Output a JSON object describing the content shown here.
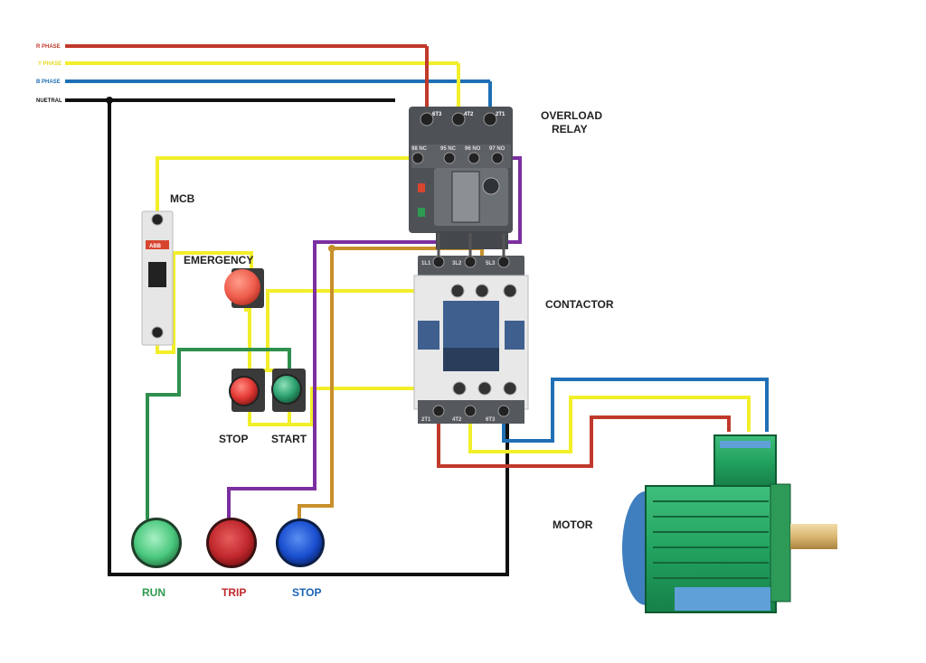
{
  "phases": {
    "r": {
      "label": "R PHASE",
      "color": "#c0392b"
    },
    "y": {
      "label": "Y PHASE",
      "color": "#f2ef2a"
    },
    "b": {
      "label": "B PHASE",
      "color": "#1f6fb5"
    },
    "n": {
      "label": "NUETRAL",
      "color": "#111111"
    }
  },
  "wire_colors": {
    "purple": "#7b2fa0",
    "brown": "#c8902a",
    "green": "#2f8f4e"
  },
  "components": {
    "overload_relay": {
      "label_line1": "OVERLOAD",
      "label_line2": "RELAY",
      "terminal_top": [
        "6T3",
        "4T2",
        "2T1"
      ],
      "terminal_mid": [
        "98 NC",
        "95 NC",
        "96 NO",
        "97 NO"
      ]
    },
    "mcb": {
      "label": "MCB",
      "brand": "ABB"
    },
    "emergency": {
      "label": "EMERGENCY"
    },
    "contactor": {
      "label": "CONTACTOR",
      "terminal_top": [
        "1L1",
        "3L2",
        "5L3"
      ],
      "terminal_bottom": [
        "2T1",
        "4T2",
        "6T3"
      ]
    },
    "motor": {
      "label": "MOTOR"
    },
    "push_buttons": {
      "stop": "STOP",
      "start": "START"
    },
    "indicators": {
      "run": {
        "label": "RUN",
        "color": "#2e9a4f"
      },
      "trip": {
        "label": "TRIP",
        "color": "#c0282d"
      },
      "stop": {
        "label": "STOP",
        "color": "#1a62b5"
      }
    }
  }
}
